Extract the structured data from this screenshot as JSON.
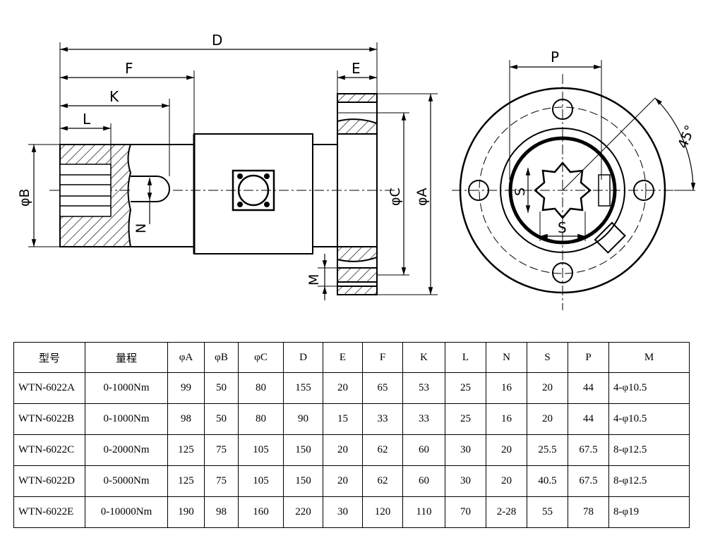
{
  "drawing": {
    "side_view": {
      "dim_labels": {
        "D": "D",
        "F": "F",
        "K": "K",
        "L": "L",
        "E": "E",
        "phiB": "φB",
        "phiC": "φC",
        "phiA": "φA",
        "N": "N",
        "M": "M"
      }
    },
    "end_view": {
      "dim_labels": {
        "P": "P",
        "S_vertical": "S",
        "S_horizontal": "S",
        "angle": "45°"
      }
    }
  },
  "table": {
    "headers": [
      "型号",
      "量程",
      "φA",
      "φB",
      "φC",
      "D",
      "E",
      "F",
      "K",
      "L",
      "N",
      "S",
      "P",
      "M"
    ],
    "rows": [
      [
        "WTN-6022A",
        "0-1000Nm",
        "99",
        "50",
        "80",
        "155",
        "20",
        "65",
        "53",
        "25",
        "16",
        "20",
        "44",
        "4-φ10.5"
      ],
      [
        "WTN-6022B",
        "0-1000Nm",
        "98",
        "50",
        "80",
        "90",
        "15",
        "33",
        "33",
        "25",
        "16",
        "20",
        "44",
        "4-φ10.5"
      ],
      [
        "WTN-6022C",
        "0-2000Nm",
        "125",
        "75",
        "105",
        "150",
        "20",
        "62",
        "60",
        "30",
        "20",
        "25.5",
        "67.5",
        "8-φ12.5"
      ],
      [
        "WTN-6022D",
        "0-5000Nm",
        "125",
        "75",
        "105",
        "150",
        "20",
        "62",
        "60",
        "30",
        "20",
        "40.5",
        "67.5",
        "8-φ12.5"
      ],
      [
        "WTN-6022E",
        "0-10000Nm",
        "190",
        "98",
        "160",
        "220",
        "30",
        "120",
        "110",
        "70",
        "2-28",
        "55",
        "78",
        "8-φ19"
      ]
    ]
  }
}
